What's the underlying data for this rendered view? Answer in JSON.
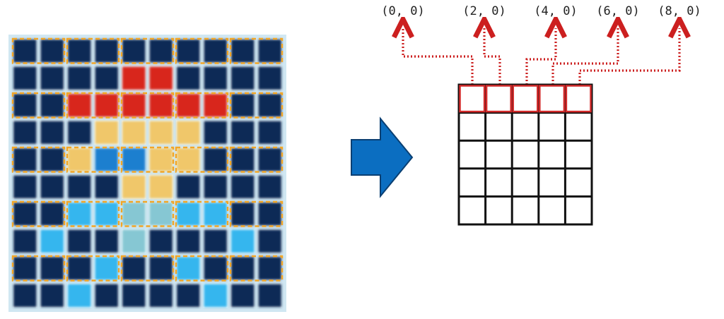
{
  "coordinate_labels": [
    "(0, 0)",
    "(2, 0)",
    "(4, 0)",
    "(6, 0)",
    "(8, 0)"
  ],
  "colors": {
    "dark_cell": "#0d2a57",
    "cell_glow": "#a9d4e8",
    "red": "#d8261a",
    "yellow": "#f0c76a",
    "blue_light": "#35b6ee",
    "blue_mid": "#1d7fcf",
    "teal": "#86c7d3",
    "sample_outline": "#f2a626",
    "arrow": "#0b6ec1",
    "dotted_line": "#cc1f1f",
    "grid_line": "#111111",
    "highlight_outline": "#d32a2a"
  },
  "source_grid": {
    "rows": 10,
    "cols": 10,
    "sample_stride": 2,
    "cells": [
      "DDDDDDDDDD",
      "DDDDRRDDDD",
      "DDRRRRRRDD",
      "DDDYYYYDDD",
      "DDYMMYYDDD",
      "DDDDYYDDDD",
      "DDLLTTLLDD",
      "DLDDTDDDLD",
      "DDDLDDLDDD",
      "DDLDDDDLDD"
    ]
  },
  "output_grid": {
    "rows": 5,
    "cols": 5,
    "highlight_row": 0
  },
  "transform_arrow": {
    "icon": "right-arrow-icon"
  }
}
